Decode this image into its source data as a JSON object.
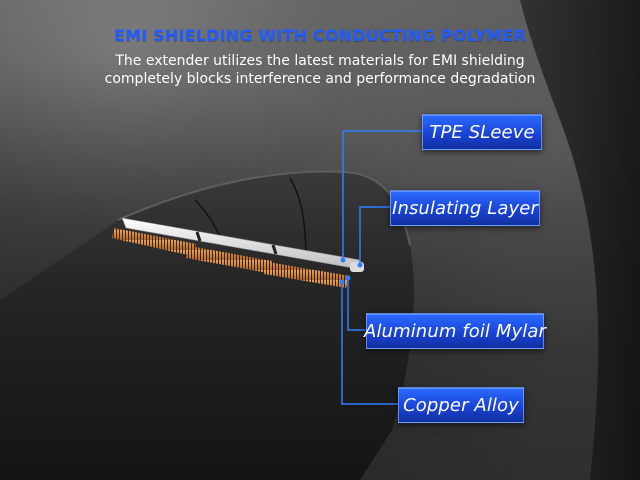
{
  "header": {
    "title": "EMI SHIELDING WITH CONDUCTING POLYMER",
    "subtitle_line1": "The extender utilizes the latest materials for EMI shielding",
    "subtitle_line2": "completely blocks interference and performance degradation"
  },
  "callouts": [
    {
      "label": "TPE SLeeve"
    },
    {
      "label": "Insulating Layer"
    },
    {
      "label": "Aluminum foil Mylar"
    },
    {
      "label": "Copper Alloy"
    }
  ],
  "colors": {
    "title_blue": "#1f5cff",
    "label_blue": "#1a44d6",
    "leader_line": "#2f7dff",
    "copper": "#d7832c",
    "background": "#3d3d3d"
  }
}
